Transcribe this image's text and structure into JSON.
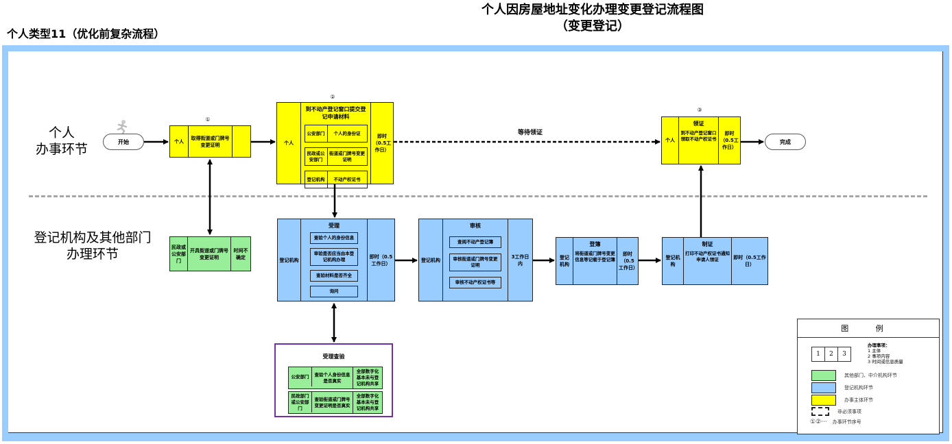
{
  "header": {
    "title": "个人因房屋地址变化办理变更登记流程图",
    "subtitle": "（变更登记）",
    "type_label": "个人类型11（优化前复杂流程）"
  },
  "lanes": {
    "personal": [
      "个人",
      "办事环节"
    ],
    "agency": [
      "登记机构及其他部门",
      "办理环节"
    ]
  },
  "terminals": {
    "start": "开始",
    "end": "完成"
  },
  "wait_label": "等待领证",
  "steps": {
    "step1": {
      "number": "①",
      "color": "#ffff00",
      "subject": "个人",
      "content": "取得街道或门牌号变更证明",
      "time": ""
    },
    "step2": {
      "number": "②",
      "color": "#ffff00",
      "subject": "个人",
      "title": "到不动产登记窗口提交登记申请材料",
      "rows": [
        {
          "source": "公安部门",
          "item": "个人的身份证"
        },
        {
          "source": "民政或公安部门",
          "item": "街道或门牌号变更证明"
        },
        {
          "source": "登记机构",
          "item": "不动产权证书"
        }
      ],
      "time": "即时（0.5工作日）"
    },
    "step3": {
      "number": "③",
      "color": "#ffff00",
      "subject": "个人",
      "title": "领证",
      "content": "到不动产登记窗口领取不动产权证书",
      "time": "即时（0.5工作日）"
    },
    "civil": {
      "color": "#99ee99",
      "subject": "民政或公安部门",
      "content": "开具街道或门牌号变更证明",
      "time": "时间不确定"
    },
    "accept": {
      "color": "#99ccff",
      "subject": "登记机构",
      "title": "受理",
      "items": [
        "查验个人的身份信息",
        "审验是否应当由本登记机构办理",
        "查验材料是否齐全",
        "询问"
      ],
      "time": "即时（0.5工作日）"
    },
    "review": {
      "color": "#99ccff",
      "subject": "登记机构",
      "title": "审核",
      "items": [
        "查阅不动产登记簿",
        "审核街道或门牌号变更证明",
        "审核不动产权证书等"
      ],
      "time": "3工作日内"
    },
    "record": {
      "color": "#99ccff",
      "subject": "登记机构",
      "title": "登簿",
      "content": "将街道或门牌号变更信息等记载于登记簿",
      "time": "即时（0.5工作日）"
    },
    "issue": {
      "color": "#99ccff",
      "subject": "登记机构",
      "title": "制证",
      "content": "打印不动产权证书通知申请人领证",
      "time": "即时（0.5工作日）"
    },
    "verify": {
      "title": "受理查验",
      "border_color": "#7030a0",
      "rows": [
        {
          "source": "公安部门",
          "check": "查验个人身份信息是否真实",
          "note": "全部数字化基本未与登记机构共享"
        },
        {
          "source": "民政部门或公安部门",
          "check": "查验街道或门牌号变更证明是否真实",
          "note": "全部数字化基本未与登记机构共享"
        }
      ]
    }
  },
  "legend": {
    "title": "图 例",
    "sample_cells": [
      "1",
      "2",
      "3"
    ],
    "item_heading": "办理事项：",
    "item_lines": [
      "1 主体",
      "2 事项内容",
      "3 时间或信息质量"
    ],
    "entries": [
      {
        "kind": "swatch",
        "color": "#99ee99",
        "label": "其他部门、中介机构环节"
      },
      {
        "kind": "swatch",
        "color": "#99ccff",
        "label": "登记机构环节"
      },
      {
        "kind": "swatch",
        "color": "#ffff00",
        "label": "办事主体环节"
      },
      {
        "kind": "dashed",
        "label": "非必须事项"
      },
      {
        "kind": "numbers",
        "symbol": "①②···",
        "label": "办事环节序号"
      }
    ]
  },
  "colors": {
    "frame": "#99ccff",
    "personal": "#ffff00",
    "agency": "#99ccff",
    "other": "#99ee99",
    "verify_border": "#7030a0"
  }
}
